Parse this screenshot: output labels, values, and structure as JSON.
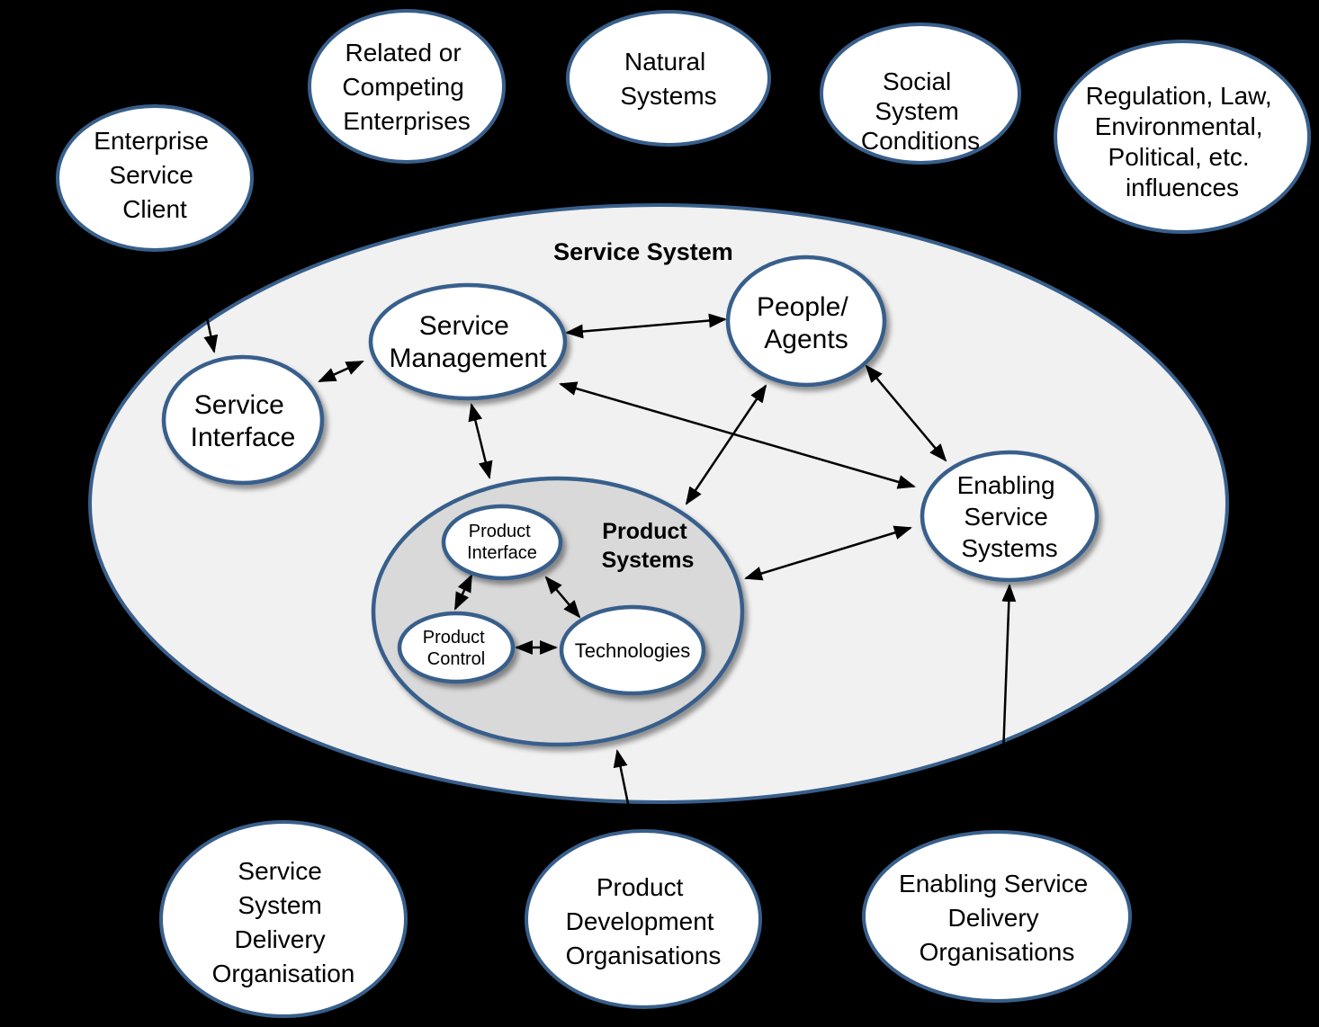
{
  "diagram": {
    "background_color": "#000000",
    "colors": {
      "node_fill": "#ffffff",
      "node_border": "#375e8b",
      "service_system_fill": "#f1f1f1",
      "product_systems_fill": "#d9d9d9",
      "arrow": "#000000",
      "text": "#000000"
    },
    "service_system": {
      "title": "Service System",
      "nodes": {
        "service_interface": {
          "label": "Service Interface",
          "lines": [
            "Service",
            "Interface"
          ]
        },
        "service_management": {
          "label": "Service Management",
          "lines": [
            "Service",
            "Management"
          ]
        },
        "people_agents": {
          "label": "People/ Agents",
          "lines": [
            "People/",
            "Agents"
          ]
        },
        "enabling_service_systems": {
          "label": "Enabling Service Systems",
          "lines": [
            "Enabling",
            "Service",
            "Systems"
          ]
        }
      },
      "product_systems": {
        "title": "Product Systems",
        "title_lines": [
          "Product",
          "Systems"
        ],
        "nodes": {
          "product_interface": {
            "label": "Product Interface",
            "lines": [
              "Product",
              "Interface"
            ]
          },
          "product_control": {
            "label": "Product Control",
            "lines": [
              "Product",
              "Control"
            ]
          },
          "technologies": {
            "label": "Technologies",
            "lines": [
              "Technologies"
            ]
          }
        }
      }
    },
    "external_nodes": {
      "enterprise_service_client": {
        "label": "Enterprise Service Client",
        "lines": [
          "Enterprise",
          "Service",
          "Client"
        ]
      },
      "related_competing_enterprises": {
        "label": "Related or Competing Enterprises",
        "lines": [
          "Related or",
          "Competing",
          "Enterprises"
        ]
      },
      "natural_systems": {
        "label": "Natural Systems",
        "lines": [
          "Natural",
          "Systems"
        ]
      },
      "social_system_conditions": {
        "label": "Social System Conditions",
        "lines": [
          "Social",
          "System",
          "Conditions"
        ]
      },
      "regulation_influences": {
        "label": "Regulation, Law, Environmental, Political, etc. influences",
        "lines": [
          "Regulation, Law,",
          "Environmental,",
          "Political, etc.",
          "influences"
        ]
      },
      "service_system_delivery_organisation": {
        "label": "Service System Delivery Organisation",
        "lines": [
          "Service",
          "System",
          "Delivery",
          "Organisation"
        ]
      },
      "product_development_organisations": {
        "label": "Product Development Organisations",
        "lines": [
          "Product",
          "Development",
          "Organisations"
        ]
      },
      "enabling_service_delivery_organisations": {
        "label": "Enabling Service Delivery Organisations",
        "lines": [
          "Enabling Service",
          "Delivery",
          "Organisations"
        ]
      }
    },
    "connections": [
      {
        "from": "enterprise_service_client",
        "to": "service_interface",
        "bidirectional": false
      },
      {
        "from": "service_interface",
        "to": "service_management",
        "bidirectional": true
      },
      {
        "from": "service_management",
        "to": "people_agents",
        "bidirectional": true
      },
      {
        "from": "service_management",
        "to": "product_systems",
        "bidirectional": true
      },
      {
        "from": "service_management",
        "to": "enabling_service_systems",
        "bidirectional": true
      },
      {
        "from": "people_agents",
        "to": "product_systems",
        "bidirectional": true
      },
      {
        "from": "people_agents",
        "to": "enabling_service_systems",
        "bidirectional": true
      },
      {
        "from": "product_systems",
        "to": "enabling_service_systems",
        "bidirectional": true
      },
      {
        "from": "product_interface",
        "to": "product_control",
        "bidirectional": true
      },
      {
        "from": "product_interface",
        "to": "technologies",
        "bidirectional": true
      },
      {
        "from": "product_control",
        "to": "technologies",
        "bidirectional": true
      },
      {
        "from": "product_development_organisations",
        "to": "product_systems",
        "bidirectional": false
      },
      {
        "from": "enabling_service_delivery_organisations",
        "to": "enabling_service_systems",
        "bidirectional": false
      }
    ]
  }
}
